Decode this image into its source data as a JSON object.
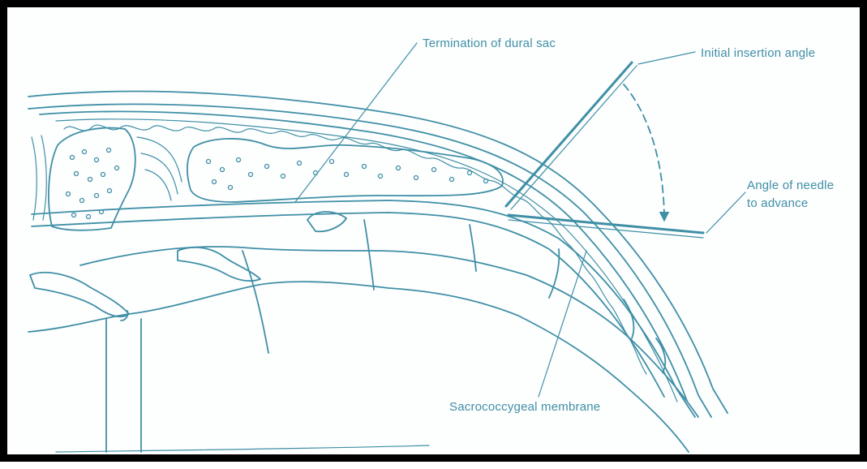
{
  "colors": {
    "ink": "#3f8fa6",
    "frame": "#000000",
    "background": "#fdfefe"
  },
  "labels": {
    "dural_sac": "Termination of dural sac",
    "insertion_angle": "Initial insertion angle",
    "advance_line1": "Angle of needle",
    "advance_line2": "to advance",
    "membrane": "Sacrococcygeal membrane"
  }
}
